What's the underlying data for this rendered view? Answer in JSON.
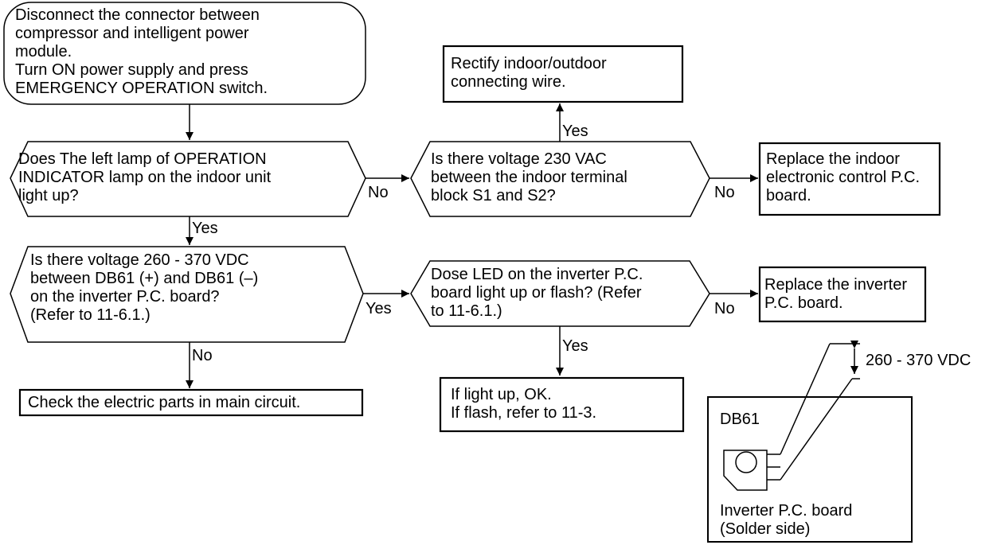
{
  "colors": {
    "stroke": "#000000",
    "background": "#ffffff"
  },
  "flow": {
    "start": "Disconnect the connector between\ncompressor and intelligent power\nmodule.\nTurn ON power supply and press\nEMERGENCY OPERATION switch.",
    "q_lamp": "Does The left lamp of OPERATION\nINDICATOR lamp on the indoor unit\nlight up?",
    "q_voltage_230": "Is there voltage 230 VAC\nbetween the indoor terminal\nblock S1 and S2?",
    "rectify_wire": "Rectify indoor/outdoor\nconnecting wire.",
    "replace_indoor_pcb": "Replace the indoor\nelectronic control P.C.\nboard.",
    "q_voltage_dc": "Is there voltage 260 - 370 VDC\nbetween DB61 (+) and DB61 (–)\non the inverter P.C. board?\n(Refer to 11-6.1.)",
    "q_led": "Dose LED on the inverter P.C.\nboard light up or flash? (Refer\nto 11-6.1.)",
    "replace_inverter_pcb": "Replace the inverter\nP.C. board.",
    "check_parts": "Check the electric parts in main circuit.",
    "led_result": "If light up, OK.\nIf flash, refer to 11-3."
  },
  "labels": {
    "no": "No",
    "yes": "Yes"
  },
  "board": {
    "component": "DB61",
    "voltage": "260 - 370 VDC",
    "caption": "Inverter P.C. board\n(Solder side)"
  }
}
